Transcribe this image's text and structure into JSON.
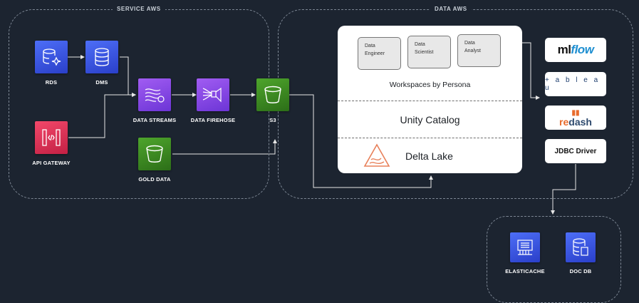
{
  "groups": {
    "service_aws": "SERVICE AWS",
    "data_aws": "DATA AWS"
  },
  "nodes": {
    "rds": "RDS",
    "dms": "DMS",
    "api_gateway": "API GATEWAY",
    "data_streams": "DATA STREAMS",
    "data_firehose": "DATA FIREHOSE",
    "s3": "S3",
    "gold_data": "GOLD DATA",
    "elasticache": "ELASTICACHE",
    "doc_db": "DOC DB"
  },
  "platform": {
    "personas": [
      {
        "line1": "Data",
        "line2": "Engineer"
      },
      {
        "line1": "Data",
        "line2": "Scientist"
      },
      {
        "line1": "Data",
        "line2": "Analyst"
      }
    ],
    "workspaces_title": "Workspaces by Persona",
    "unity_catalog": "Unity Catalog",
    "delta_lake": "Delta Lake"
  },
  "tools": {
    "mlflow_ml": "ml",
    "mlflow_flow": "flow",
    "tableau": "+ a b l e a u",
    "redash_re": "re",
    "redash_dash": "dash",
    "jdbc": "JDBC Driver"
  },
  "colors": {
    "background": "#1c2430",
    "aws_blue": "#3b56e6",
    "aws_purple": "#8a47e8",
    "aws_green": "#3d8a22",
    "aws_red": "#e0335a"
  }
}
